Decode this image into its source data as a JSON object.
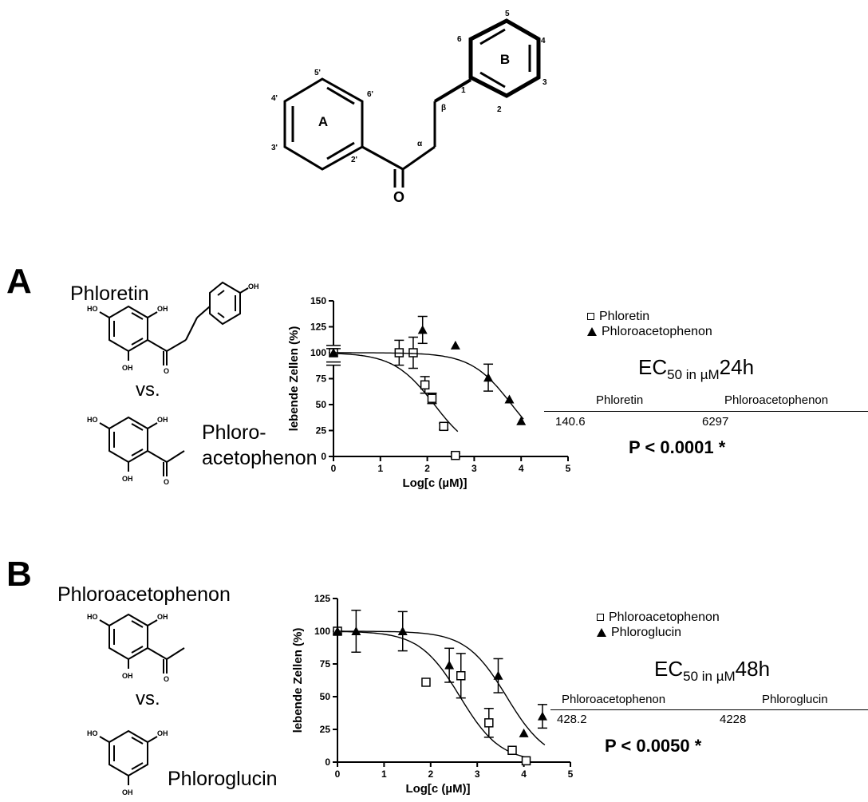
{
  "scaffold": {
    "ring_a_label": "A",
    "ring_b_label": "B",
    "oxygen_label": "O",
    "positions": [
      "2",
      "3",
      "4",
      "5",
      "6",
      "1",
      "2'",
      "3'",
      "4'",
      "5'",
      "6'",
      "α",
      "β"
    ]
  },
  "panels": [
    {
      "letter": "A",
      "compound_top": "Phloretin",
      "vs": "vs.",
      "compound_bottom_line1": "Phloro-",
      "compound_bottom_line2": "acetophenon",
      "legend": [
        {
          "marker": "open-square",
          "label": "Phloretin"
        },
        {
          "marker": "filled-triangle",
          "label": "Phloroacetophenon"
        }
      ],
      "ec_title_main": "EC",
      "ec_title_sub": "50 in µM",
      "ec_title_time": "24h",
      "ec_headers": [
        "Phloretin",
        "Phloroacetophenon"
      ],
      "ec_values": [
        "140.6",
        "6297"
      ],
      "p_value": "P < 0.0001 *"
    },
    {
      "letter": "B",
      "compound_top": "Phloroacetophenon",
      "vs": "vs.",
      "compound_bottom_line1": "Phloroglucin",
      "compound_bottom_line2": "",
      "legend": [
        {
          "marker": "open-square",
          "label": "Phloroacetophenon"
        },
        {
          "marker": "filled-triangle",
          "label": "Phloroglucin"
        }
      ],
      "ec_title_main": "EC",
      "ec_title_sub": "50 in µM",
      "ec_title_time": "48h",
      "ec_headers": [
        "Phloroacetophenon",
        "Phloroglucin"
      ],
      "ec_values": [
        "428.2",
        "4228"
      ],
      "p_value": "P < 0.0050 *"
    }
  ],
  "chart_data": [
    {
      "type": "scatter",
      "xlabel": "Log[c (µM)]",
      "ylabel": "lebende Zellen (%)",
      "xlim": [
        0,
        5
      ],
      "ylim": [
        0,
        150
      ],
      "xticks": [
        0,
        1,
        2,
        3,
        4,
        5
      ],
      "yticks": [
        0,
        25,
        50,
        75,
        100,
        125,
        150
      ],
      "axis_break_y": true,
      "series": [
        {
          "name": "Phloretin",
          "marker": "open-square",
          "x": [
            0,
            1.4,
            1.7,
            1.95,
            2.1,
            2.35,
            2.6
          ],
          "y": [
            100,
            100,
            100,
            69,
            56,
            29,
            1
          ],
          "err": [
            0,
            12,
            15,
            8,
            5,
            3,
            2
          ],
          "fit_ec50_log": 2.15
        },
        {
          "name": "Phloroacetophenon",
          "marker": "filled-triangle",
          "x": [
            0,
            1.9,
            2.6,
            3.3,
            3.75,
            4
          ],
          "y": [
            100,
            122,
            107,
            76,
            55,
            34
          ],
          "err": [
            0,
            13,
            0,
            13,
            0,
            0
          ],
          "fit_ec50_log": 3.8
        }
      ]
    },
    {
      "type": "scatter",
      "xlabel": "Log[c (µM)]",
      "ylabel": "lebende Zellen (%)",
      "xlim": [
        0,
        5
      ],
      "ylim": [
        0,
        125
      ],
      "xticks": [
        0,
        1,
        2,
        3,
        4,
        5
      ],
      "yticks": [
        0,
        25,
        50,
        75,
        100,
        125
      ],
      "axis_break_y": false,
      "series": [
        {
          "name": "Phloroacetophenon",
          "marker": "open-square",
          "x": [
            0,
            1.9,
            2.65,
            3.25,
            3.75,
            4.05
          ],
          "y": [
            100,
            61,
            66,
            30,
            9,
            1
          ],
          "err": [
            0,
            0,
            17,
            11,
            0,
            0
          ],
          "fit_ec50_log": 2.63
        },
        {
          "name": "Phloroglucin",
          "marker": "filled-triangle",
          "x": [
            0,
            0.4,
            1.4,
            2.4,
            3.45,
            4,
            4.4
          ],
          "y": [
            100,
            100,
            100,
            74,
            66,
            22,
            35
          ],
          "err": [
            0,
            16,
            15,
            13,
            13,
            0,
            9
          ],
          "fit_ec50_log": 3.63
        }
      ]
    }
  ]
}
